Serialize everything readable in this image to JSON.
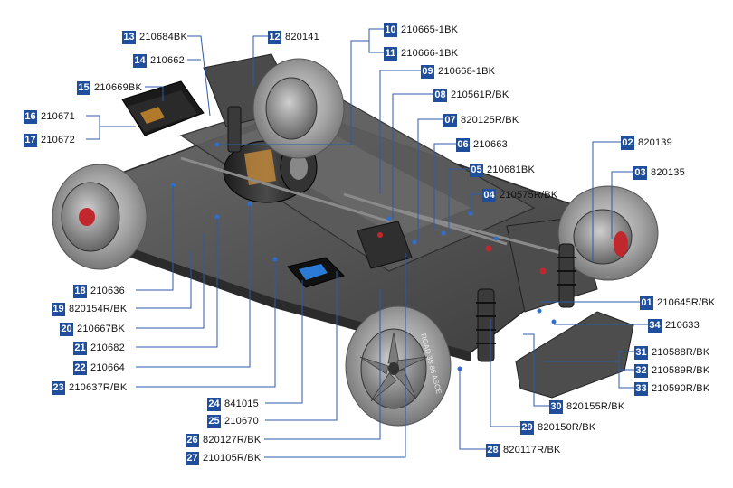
{
  "callouts": [
    {
      "num": "13",
      "part": "210684BK"
    },
    {
      "num": "14",
      "part": "210662"
    },
    {
      "num": "12",
      "part": "820141"
    },
    {
      "num": "15",
      "part": "210669BK"
    },
    {
      "num": "16",
      "part": "210671"
    },
    {
      "num": "17",
      "part": "210672"
    },
    {
      "num": "10",
      "part": "210665-1BK"
    },
    {
      "num": "11",
      "part": "210666-1BK"
    },
    {
      "num": "09",
      "part": "210668-1BK"
    },
    {
      "num": "08",
      "part": "210561R/BK"
    },
    {
      "num": "07",
      "part": "820125R/BK"
    },
    {
      "num": "06",
      "part": "210663"
    },
    {
      "num": "05",
      "part": "210681BK"
    },
    {
      "num": "04",
      "part": "210575R/BK"
    },
    {
      "num": "02",
      "part": "820139"
    },
    {
      "num": "03",
      "part": "820135"
    },
    {
      "num": "01",
      "part": "210645R/BK"
    },
    {
      "num": "34",
      "part": "210633"
    },
    {
      "num": "31",
      "part": "210588R/BK"
    },
    {
      "num": "32",
      "part": "210589R/BK"
    },
    {
      "num": "33",
      "part": "210590R/BK"
    },
    {
      "num": "30",
      "part": "820155R/BK"
    },
    {
      "num": "29",
      "part": "820150R/BK"
    },
    {
      "num": "28",
      "part": "820117R/BK"
    },
    {
      "num": "18",
      "part": "210636"
    },
    {
      "num": "19",
      "part": "820154R/BK"
    },
    {
      "num": "20",
      "part": "210667BK"
    },
    {
      "num": "21",
      "part": "210682"
    },
    {
      "num": "22",
      "part": "210664"
    },
    {
      "num": "23",
      "part": "210637R/BK"
    },
    {
      "num": "24",
      "part": "841015"
    },
    {
      "num": "25",
      "part": "210670"
    },
    {
      "num": "26",
      "part": "820127R/BK"
    },
    {
      "num": "27",
      "part": "210105R/BK"
    }
  ],
  "tire_sidewall_text": "ROAD 38 86 ASCE"
}
